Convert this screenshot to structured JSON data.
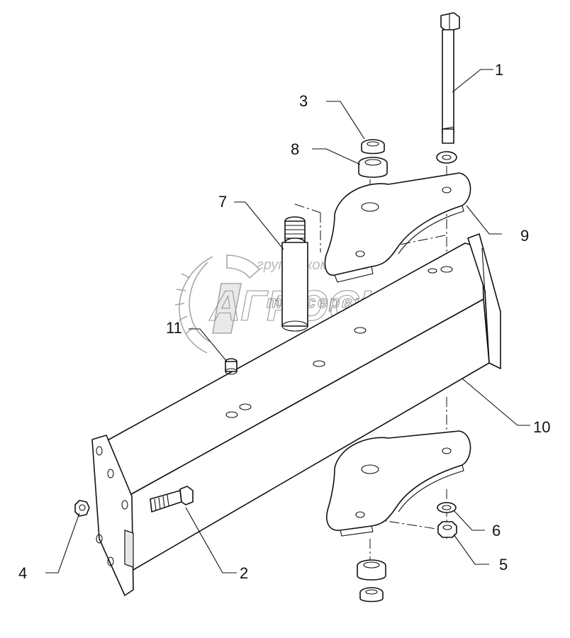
{
  "watermark": {
    "line1": "группа компаний",
    "line2": "АГРОСНАБ",
    "line3": "техсервис",
    "color": "#9a9a9a"
  },
  "callouts": [
    {
      "id": "1",
      "label": "1"
    },
    {
      "id": "2",
      "label": "2"
    },
    {
      "id": "3",
      "label": "3"
    },
    {
      "id": "4",
      "label": "4"
    },
    {
      "id": "5",
      "label": "5"
    },
    {
      "id": "6",
      "label": "6"
    },
    {
      "id": "7",
      "label": "7"
    },
    {
      "id": "8",
      "label": "8"
    },
    {
      "id": "9",
      "label": "9"
    },
    {
      "id": "10",
      "label": "10"
    },
    {
      "id": "11",
      "label": "11"
    }
  ]
}
